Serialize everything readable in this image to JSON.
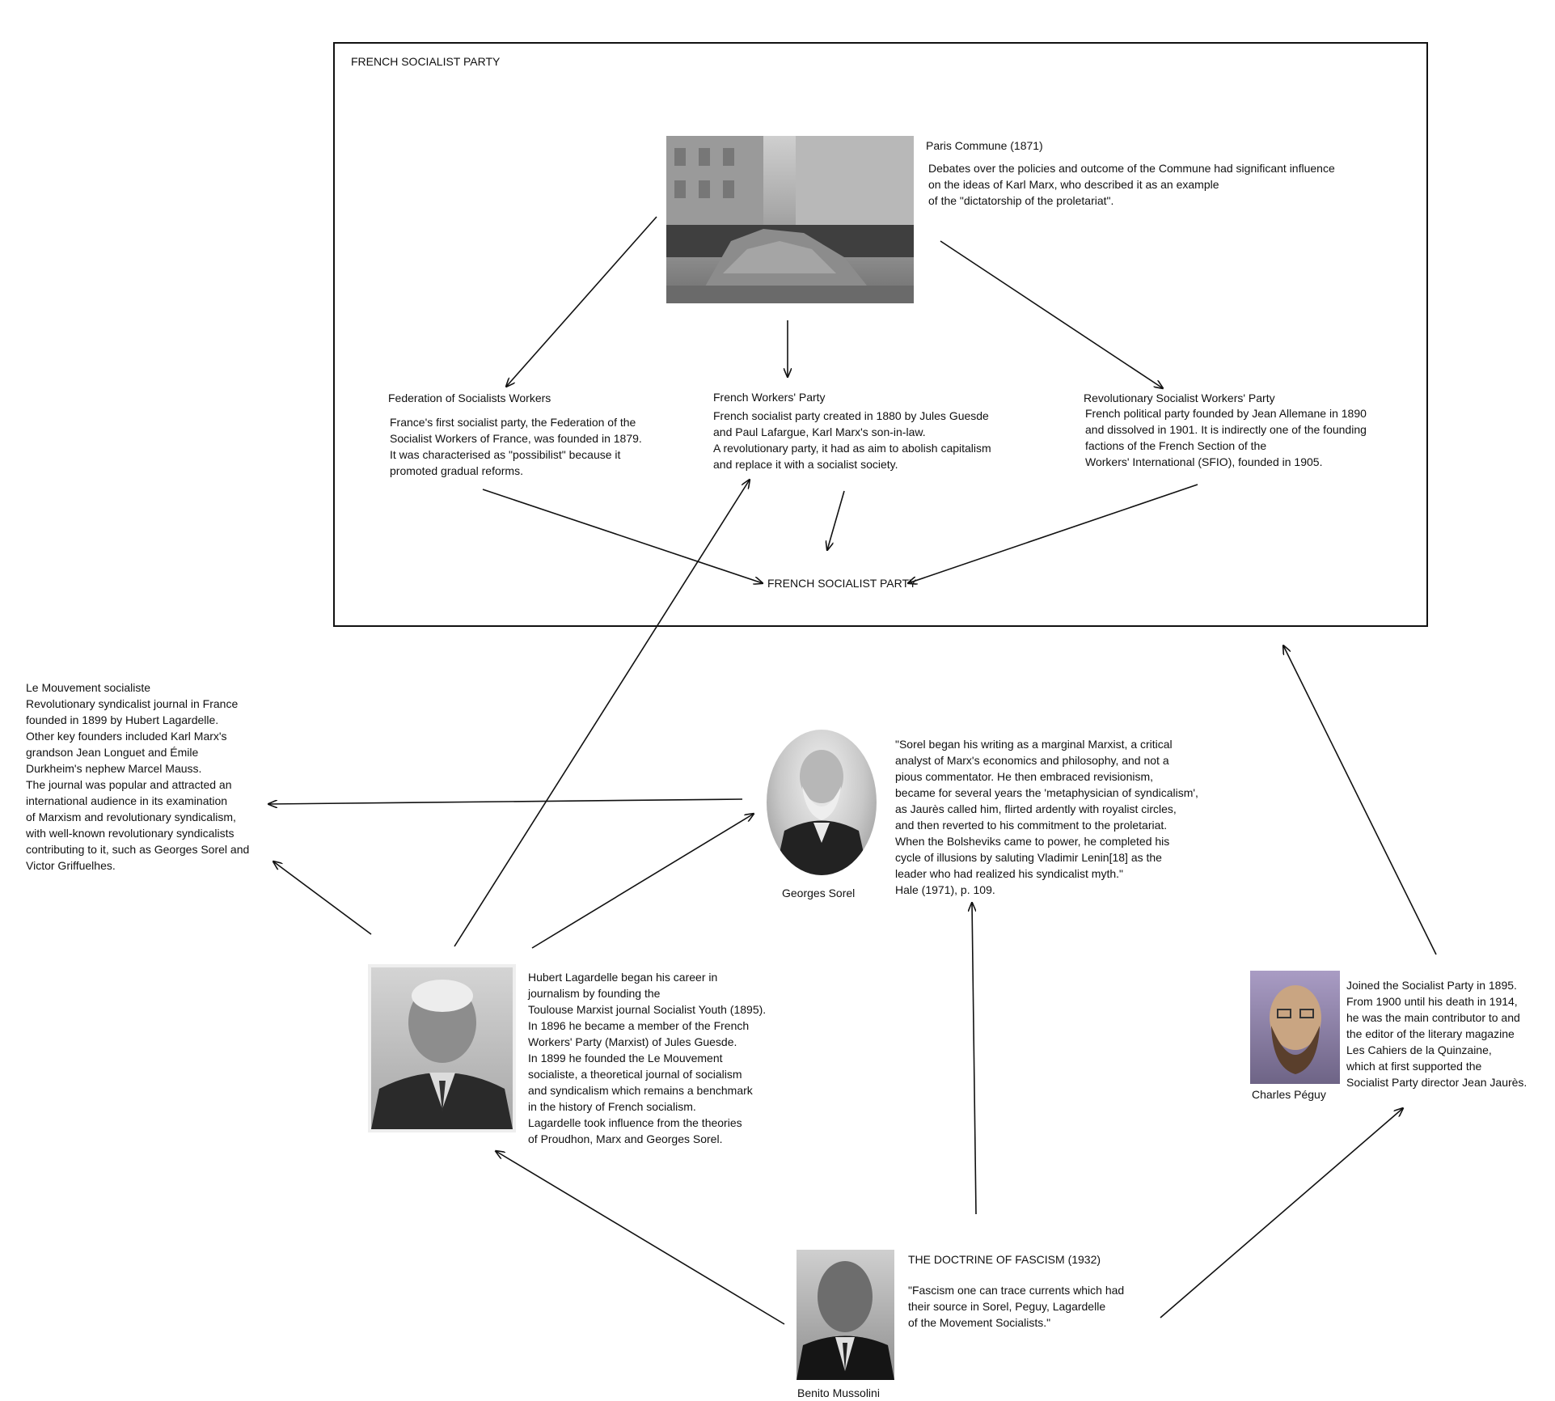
{
  "frame": {
    "title": "FRENCH SOCIALIST PARTY"
  },
  "commune": {
    "title": "Paris Commune (1871)",
    "text": "Debates over the policies and outcome of the Commune had significant influence\non the ideas of Karl Marx, who described it as an example\nof the \"dictatorship of the proletariat\"."
  },
  "fsw": {
    "title": "Federation of Socialists Workers",
    "text": "France's first socialist party, the Federation of the\nSocialist Workers of France, was founded in 1879.\nIt was characterised as \"possibilist\" because it\npromoted gradual reforms."
  },
  "fwp": {
    "title": "French Workers' Party",
    "text": "French socialist party created in 1880 by Jules Guesde\nand Paul Lafargue, Karl Marx's son-in-law.\nA revolutionary party, it had as aim to abolish capitalism\nand replace it with a socialist society."
  },
  "rswp": {
    "title": "Revolutionary Socialist Workers' Party",
    "text": "French political party founded by Jean Allemane in 1890\nand dissolved in 1901. It is indirectly one of the founding\nfactions of the French Section of the\nWorkers' International (SFIO), founded in 1905."
  },
  "fsp_node": {
    "label": "FRENCH SOCIALIST PARTY"
  },
  "mouvement": {
    "text": "Le Mouvement socialiste\nRevolutionary syndicalist journal in France\nfounded in 1899 by Hubert Lagardelle.\nOther key founders included Karl Marx's\ngrandson Jean Longuet and Émile\nDurkheim's nephew Marcel Mauss.\nThe journal was popular and attracted an\ninternational audience in its examination\nof Marxism and revolutionary syndicalism,\nwith well-known revolutionary syndicalists\ncontributing to it, such as Georges Sorel and\nVictor Griffuelhes."
  },
  "sorel": {
    "caption": "Georges Sorel",
    "quote": "\"Sorel began his writing as a marginal Marxist, a critical\nanalyst of Marx's economics and philosophy, and not a\npious commentator. He then embraced revisionism,\nbecame for several years the 'metaphysician of syndicalism',\nas Jaurès called him, flirted ardently with royalist circles,\nand then reverted to his commitment to the proletariat.\nWhen the Bolsheviks came to power, he completed his\ncycle of illusions by saluting Vladimir Lenin[18] as the\nleader who had realized his syndicalist myth.\"\nHale (1971), p. 109."
  },
  "lagardelle": {
    "text": "Hubert Lagardelle began his career in\njournalism by founding the\nToulouse Marxist journal Socialist Youth (1895).\nIn 1896 he became a member of the French\nWorkers' Party (Marxist) of Jules Guesde.\nIn 1899 he founded the Le Mouvement\nsocialiste, a theoretical journal of socialism\nand syndicalism which remains a benchmark\nin the history of French socialism.\nLagardelle took influence from the theories\nof Proudhon, Marx and Georges Sorel."
  },
  "peguy": {
    "caption": "Charles Péguy",
    "text": "Joined the Socialist Party in 1895.\nFrom 1900 until his death in 1914,\nhe was the main contributor to and\nthe editor of the literary magazine\nLes Cahiers de la Quinzaine,\nwhich at first supported the\nSocialist Party director Jean Jaurès."
  },
  "mussolini": {
    "caption": "Benito Mussolini",
    "title": "THE DOCTRINE OF FASCISM (1932)",
    "quote": "\"Fascism one can trace currents which had\ntheir source in Sorel, Peguy, Lagardelle\nof the Movement Socialists.\""
  },
  "colors": {
    "line": "#111111",
    "background": "#ffffff"
  }
}
